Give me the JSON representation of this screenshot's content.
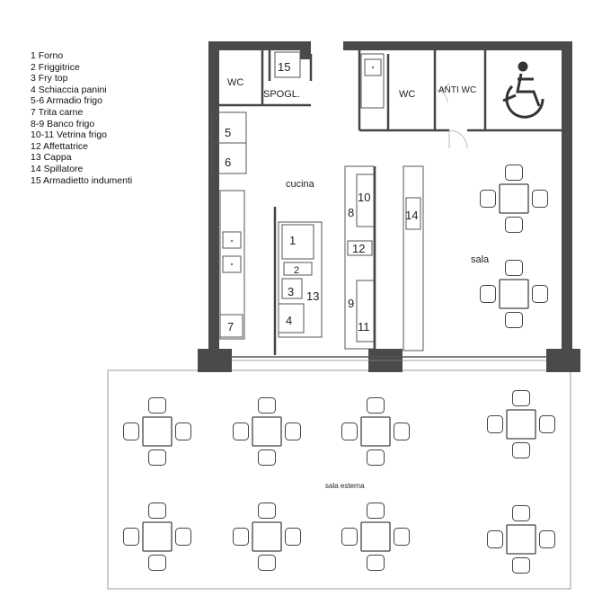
{
  "legend": [
    "1 Forno",
    "2 Friggitrice",
    "3 Fry top",
    "4 Schiaccia panini",
    "5-6 Armadio frigo",
    "7 Trita carne",
    "8-9 Banco frigo",
    "10-11 Vetrina frigo",
    "12 Affettatrice",
    "13 Cappa",
    "14 Spillatore",
    "15 Armadietto indumenti"
  ],
  "rooms": {
    "wc_left": "WC",
    "spogl": "SPOGL.",
    "wc_right": "WC",
    "anti_wc": "ANTI WC",
    "cucina": "cucina",
    "sala": "sala",
    "sala_esterna": "sala esterna"
  },
  "numbers": {
    "n1": "1",
    "n2": "2",
    "n3": "3",
    "n4": "4",
    "n5": "5",
    "n6": "6",
    "n7": "7",
    "n8": "8",
    "n9": "9",
    "n10": "10",
    "n11": "11",
    "n12": "12",
    "n13": "13",
    "n14": "14",
    "n15": "15"
  },
  "icons": {
    "accessible": "wheelchair-icon",
    "sink": "sink-icon",
    "table": "table-with-chairs-icon"
  },
  "colors": {
    "wall": "#4a4a4a",
    "line": "#333333",
    "fixture": "#555555"
  }
}
